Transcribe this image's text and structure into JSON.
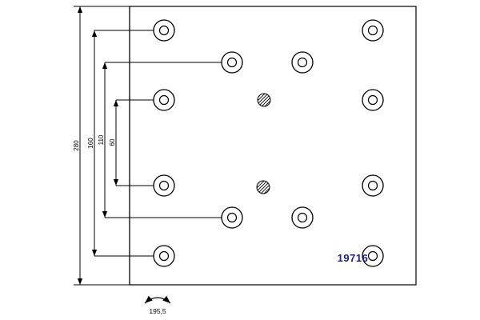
{
  "drawing": {
    "part_number": "19716",
    "dimensions": {
      "height": "280",
      "rivet_span_outer": "160",
      "rivet_span_middle": "110",
      "rivet_span_inner": "60",
      "arc_width": "195,5"
    },
    "colors": {
      "line": "#000000",
      "background": "#ffffff",
      "part_number": "#1d2088"
    }
  }
}
